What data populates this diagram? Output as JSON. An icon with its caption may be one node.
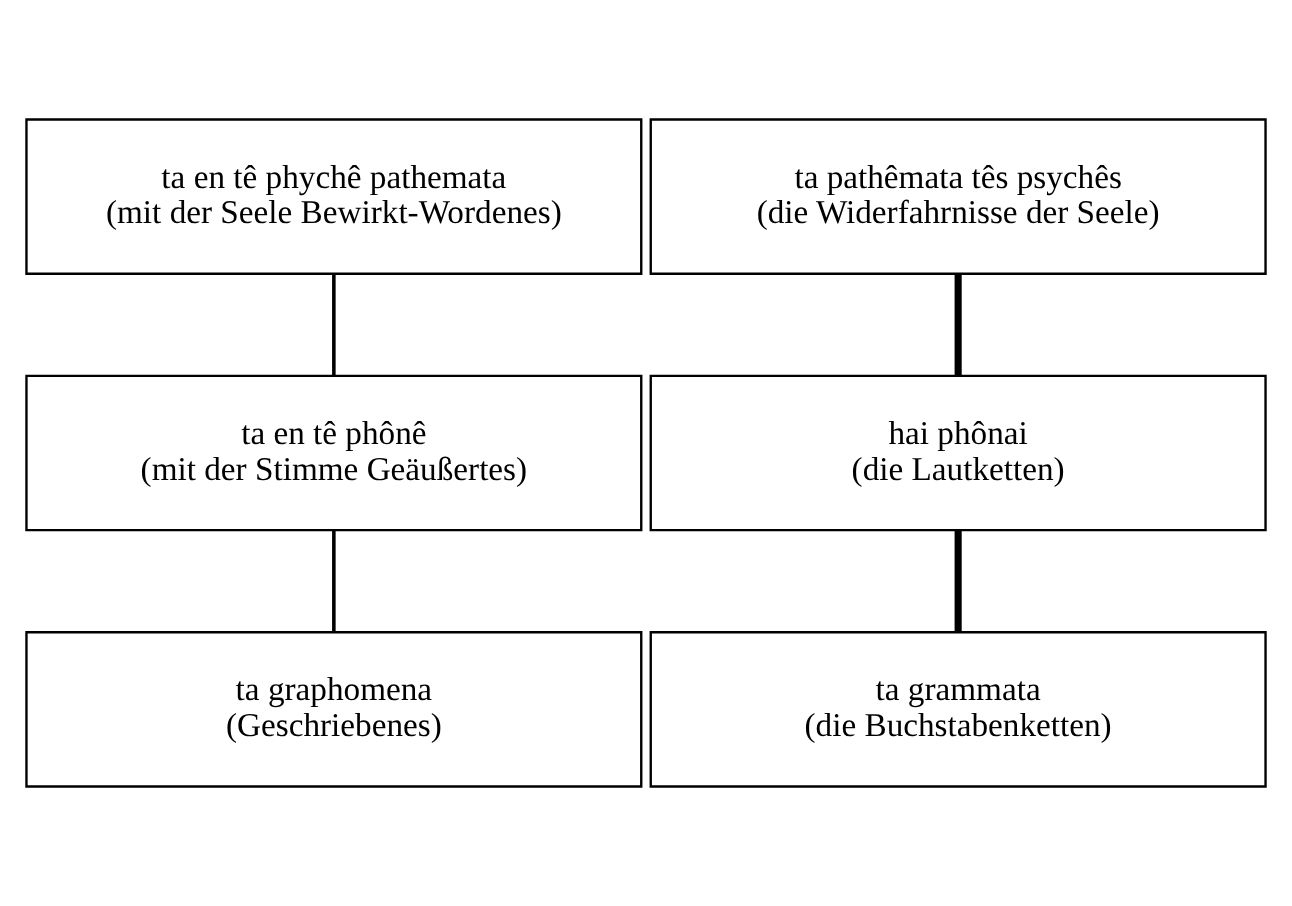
{
  "diagram": {
    "nodes": [
      {
        "text": [
          "ta en tê phychê pathemata",
          "(mit der Seele Bewirkt-Wordenes)"
        ]
      },
      {
        "text": [
          "ta pathêmata tês psychês",
          "(die Widerfahrnisse der Seele)"
        ]
      },
      {
        "text": [
          "ta en tê phônê",
          "(mit der Stimme Geäußertes)"
        ]
      },
      {
        "text": [
          "hai phônai",
          "(die Lautketten)"
        ]
      },
      {
        "text": [
          "ta graphomena",
          "(Geschriebenes)"
        ]
      },
      {
        "text": [
          "ta grammata",
          "(die Buchstabenketten)"
        ]
      }
    ],
    "edges": [
      {
        "from": 0,
        "to": 2,
        "arrow": "none"
      },
      {
        "from": 2,
        "to": 4,
        "arrow": "none"
      },
      {
        "from": 1,
        "to": 3,
        "arrow": "none",
        "style": "thick"
      },
      {
        "from": 3,
        "to": 5,
        "arrow": "none",
        "style": "thick"
      }
    ]
  }
}
